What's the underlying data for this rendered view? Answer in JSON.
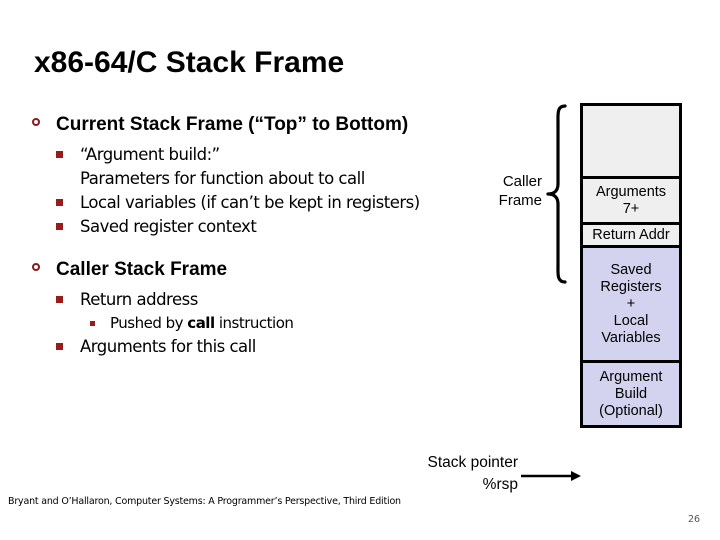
{
  "slide": {
    "title": "x86-64/C Stack Frame",
    "bullets": [
      {
        "level1": "Current Stack Frame (“Top” to Bottom)",
        "sub": [
          {
            "text": "“Argument build:”"
          },
          {
            "text": "Parameters for function about to call",
            "continuation": true
          },
          {
            "text": "Local variables (if can’t be kept in registers)"
          },
          {
            "text": "Saved register context"
          }
        ]
      },
      {
        "level1": "Caller Stack Frame",
        "sub": [
          {
            "text": "Return address"
          },
          {
            "text_pre": "Pushed by ",
            "code": "call",
            "text_post": " instruction",
            "level": 3
          },
          {
            "text": "Arguments for this call"
          }
        ]
      }
    ]
  },
  "diagram": {
    "caller_frame_label_line1": "Caller",
    "caller_frame_label_line2": "Frame",
    "boxes": [
      {
        "name": "empty-top",
        "label": "",
        "fill": "#efefef"
      },
      {
        "name": "arguments-7",
        "label": "Arguments\n7+",
        "fill": "#efefef"
      },
      {
        "name": "return-addr",
        "label": "Return Addr",
        "fill": "#efefef"
      },
      {
        "name": "saved-regs",
        "label": "Saved\nRegisters\n+\nLocal\nVariables",
        "fill": "#d3d3ef"
      },
      {
        "name": "argument-build",
        "label": "Argument\nBuild\n(Optional)",
        "fill": "#d3d3ef"
      }
    ],
    "box_labels": {
      "arguments_line1": "Arguments",
      "arguments_line2": "7+",
      "return_addr": "Return Addr",
      "saved_line1": "Saved",
      "saved_line2": "Registers",
      "saved_line3": "+",
      "saved_line4": "Local",
      "saved_line5": "Variables",
      "argbuild_line1": "Argument",
      "argbuild_line2": "Build",
      "argbuild_line3": "(Optional)"
    },
    "stack_pointer_line1": "Stack pointer",
    "stack_pointer_line2": "%rsp"
  },
  "footer": {
    "citation": "Bryant and O’Hallaron, Computer Systems: A Programmer’s Perspective, Third Edition",
    "page_number": "26"
  },
  "colors": {
    "bullet_red": "#8b1a1a",
    "box_gray": "#efefef",
    "box_lavender": "#d3d3ef",
    "outline": "#000000"
  }
}
